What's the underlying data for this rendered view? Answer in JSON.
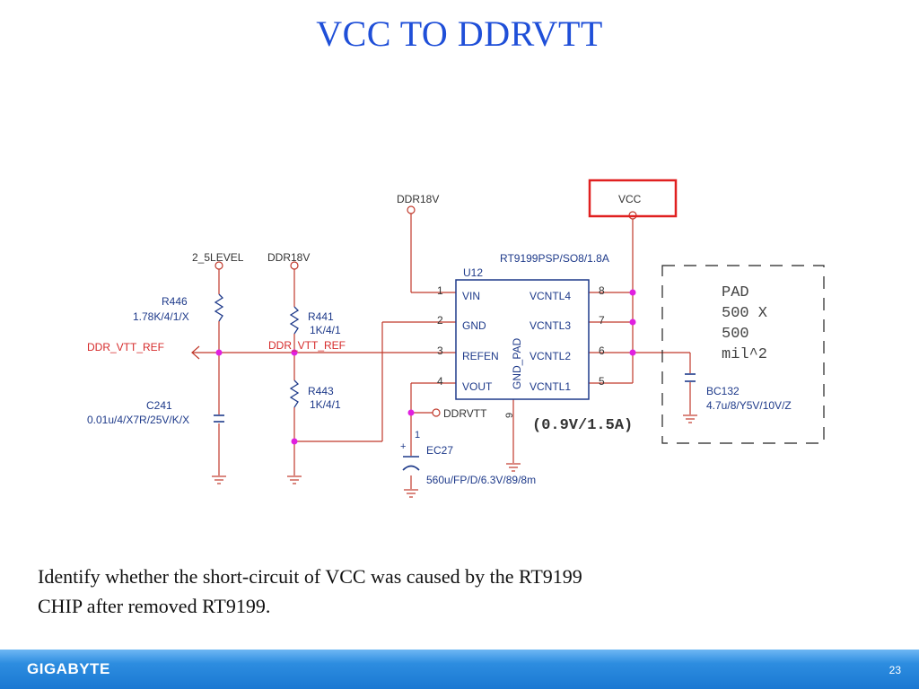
{
  "slide": {
    "title": "VCC TO DDRVTT",
    "caption_line1": "Identify whether the short-circuit of VCC was caused by the RT9199",
    "caption_line2": "CHIP after removed RT9199.",
    "logo": "GIGABYTE",
    "page_number": "23"
  },
  "colors": {
    "title": "#1f4fd8",
    "wire": "#c0392b",
    "component": "#1e3a8a",
    "net_label": "#d62b2b",
    "junction": "#e020e0",
    "highlight_box": "#e02020",
    "footer": "#1a78d2"
  },
  "schematic": {
    "ic": {
      "ref": "U12",
      "part": "RT9199PSP/SO8/1.8A",
      "pins_left": [
        {
          "num": "1",
          "name": "VIN"
        },
        {
          "num": "2",
          "name": "GND"
        },
        {
          "num": "3",
          "name": "REFEN"
        },
        {
          "num": "4",
          "name": "VOUT"
        }
      ],
      "pins_right": [
        {
          "num": "8",
          "name": "VCNTL4"
        },
        {
          "num": "7",
          "name": "VCNTL3"
        },
        {
          "num": "6",
          "name": "VCNTL2"
        },
        {
          "num": "5",
          "name": "VCNTL1"
        }
      ],
      "pad_name": "GND_PAD",
      "pad_num": "9"
    },
    "nets": {
      "ddr18v_top": "DDR18V",
      "vcc": "VCC",
      "level_2_5": "2_5LEVEL",
      "ddr18v_left": "DDR18V",
      "ddr_vtt_ref_1": "DDR_VTT_REF",
      "ddr_vtt_ref_2": "DDR_VTT_REF",
      "ddrvtt": "DDRVTT"
    },
    "components": {
      "r446_ref": "R446",
      "r446_val": "1.78K/4/1/X",
      "r441_ref": "R441",
      "r441_val": "1K/4/1",
      "r443_ref": "R443",
      "r443_val": "1K/4/1",
      "c241_ref": "C241",
      "c241_val": "0.01u/4/X7R/25V/K/X",
      "bc132_ref": "BC132",
      "bc132_val": "4.7u/8/Y5V/10V/Z",
      "ec27_ref": "EC27",
      "ec27_val": "560u/FP/D/6.3V/89/8m",
      "ec27_pin": "1",
      "ec27_plus": "+"
    },
    "annotations": {
      "current_rating": "(0.9V/1.5A)",
      "pad_line1": "PAD",
      "pad_line2": "500 X",
      "pad_line3": "500",
      "pad_line4": "mil^2"
    }
  }
}
